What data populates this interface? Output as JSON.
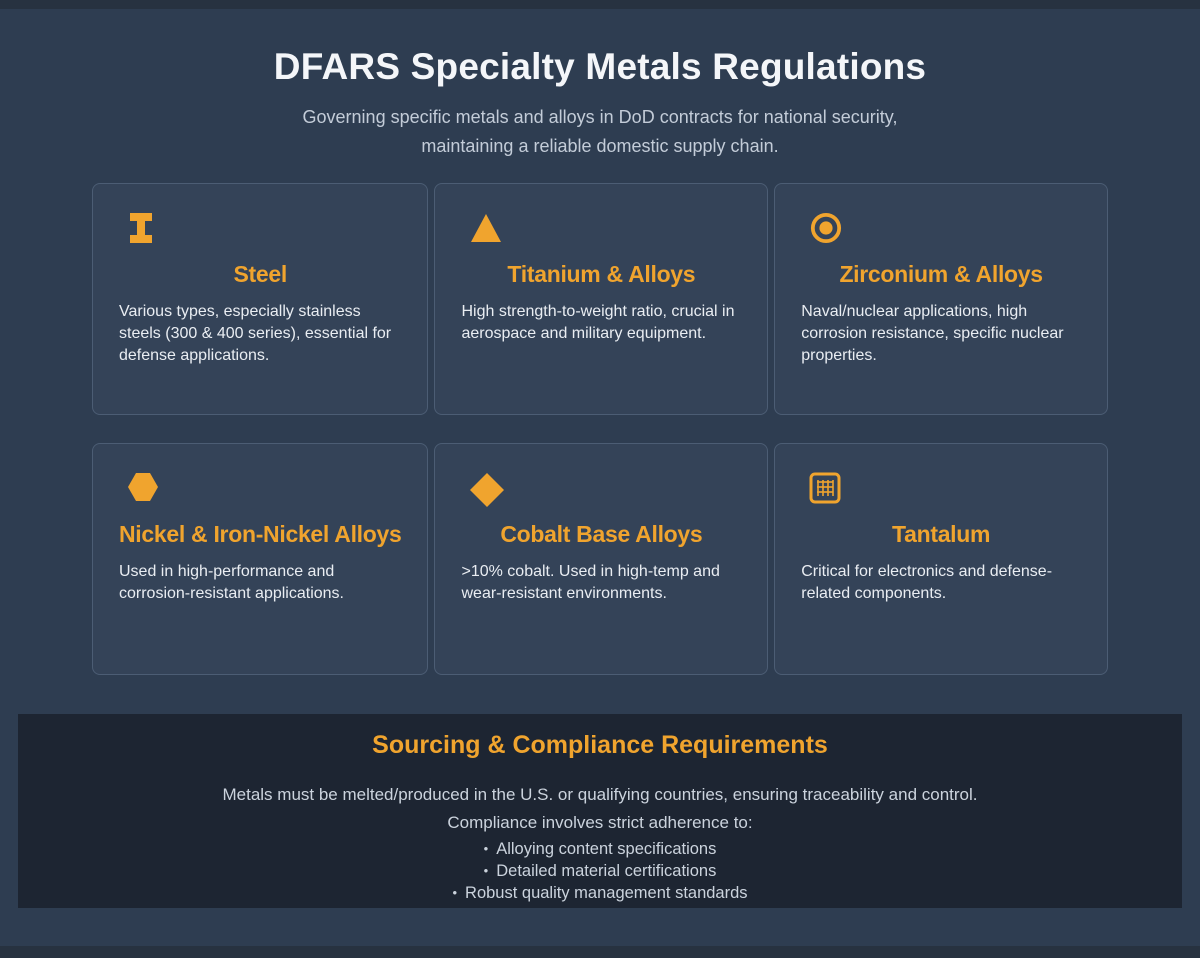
{
  "page": {
    "title": "DFARS Specialty Metals Regulations",
    "subtitle_line1": "Governing specific metals and alloys in DoD contracts for national security,",
    "subtitle_line2": "maintaining a reliable domestic supply chain."
  },
  "colors": {
    "accent_orange": "#f0a42e",
    "page_background": "#2e3d51",
    "card_background": "#344358",
    "panel_background": "#1d2532"
  },
  "cards": [
    {
      "icon": "ibeam-icon",
      "title": "Steel",
      "body": "Various types, especially stainless steels (300 & 400 series), essential for defense applications."
    },
    {
      "icon": "triangle-icon",
      "title": "Titanium & Alloys",
      "body": "High strength-to-weight ratio, crucial in aerospace and military equipment."
    },
    {
      "icon": "target-circle-icon",
      "title": "Zirconium & Alloys",
      "body": "Naval/nuclear applications, high corrosion resistance, specific nuclear properties."
    },
    {
      "icon": "hexagon-icon",
      "title": "Nickel & Iron-Nickel Alloys",
      "body": "Used in high-performance and corrosion-resistant applications."
    },
    {
      "icon": "diamond-icon",
      "title": "Cobalt Base Alloys",
      "body": ">10% cobalt. Used in high-temp and wear-resistant environments."
    },
    {
      "icon": "grid-chip-icon",
      "title": "Tantalum",
      "body": "Critical for electronics and defense-related components."
    }
  ],
  "compliance": {
    "title": "Sourcing & Compliance Requirements",
    "line1": "Metals must be melted/produced in the U.S. or qualifying countries, ensuring traceability and control.",
    "line2": "Compliance involves strict adherence to:",
    "bullet_glyph": "•",
    "bullets": [
      "Alloying content specifications",
      "Detailed material certifications",
      "Robust quality management standards"
    ]
  }
}
